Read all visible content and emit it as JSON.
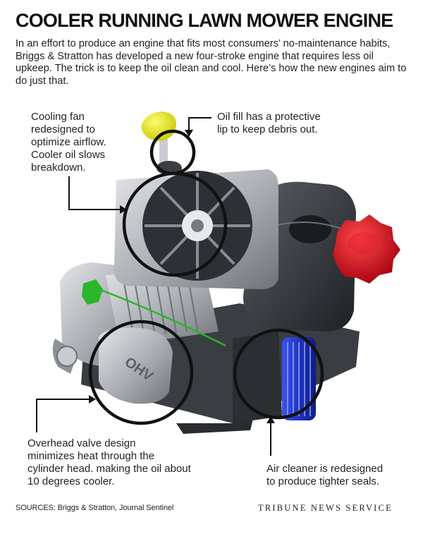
{
  "title": "COOLER RUNNING LAWN MOWER ENGINE",
  "intro": "In an effort to produce an engine that fits most consumers’ no-maintenance habits, Briggs & Stratton has developed a new four-stroke engine that requires less oil upkeep. The trick is to keep the oil clean and cool. Here’s how the new engines aim to do just that.",
  "callouts": {
    "cooling_fan": [
      "Cooling fan",
      "redesigned to",
      "optimize airflow.",
      "Cooler oil slows",
      "breakdown."
    ],
    "oil_fill": [
      "Oil fill has a protective",
      "lip to keep debris out."
    ],
    "overhead_valve": [
      "Overhead valve design",
      "minimizes heat through the",
      "cylinder head. making the oil about",
      "10 degrees cooler."
    ],
    "air_cleaner": [
      "Air cleaner is redesigned",
      "to produce tighter seals."
    ]
  },
  "engine_label": "OHV",
  "sources": "SOURCES: Briggs & Stratton, Journal Sentinel",
  "credit": "TRIBUNE NEWS SERVICE",
  "colors": {
    "oil_cap": "#e6e81e",
    "fuel_cap": "#d8101e",
    "air_filter": "#2339c8",
    "dipstick": "#2bb52b",
    "metal": "#b9bcc1",
    "dark_tank": "#34373c"
  }
}
